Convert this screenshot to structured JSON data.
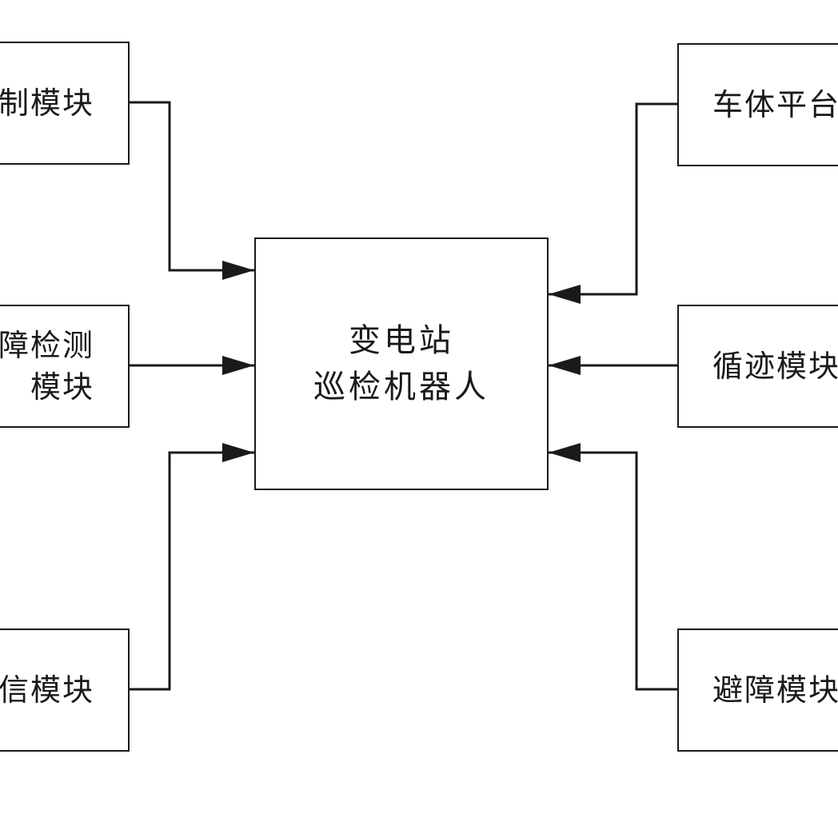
{
  "diagram": {
    "center": {
      "lines": [
        "变电站",
        "巡检机器人"
      ]
    },
    "left_modules": [
      {
        "lines": [
          "制模块"
        ]
      },
      {
        "lines": [
          "障检测",
          "模块"
        ]
      },
      {
        "lines": [
          "信模块"
        ]
      }
    ],
    "right_modules": [
      {
        "lines": [
          "车体平台"
        ]
      },
      {
        "lines": [
          "循迹模块"
        ]
      },
      {
        "lines": [
          "避障模块"
        ]
      }
    ],
    "colors": {
      "line": "#1a1a1a",
      "background": "#ffffff"
    }
  }
}
